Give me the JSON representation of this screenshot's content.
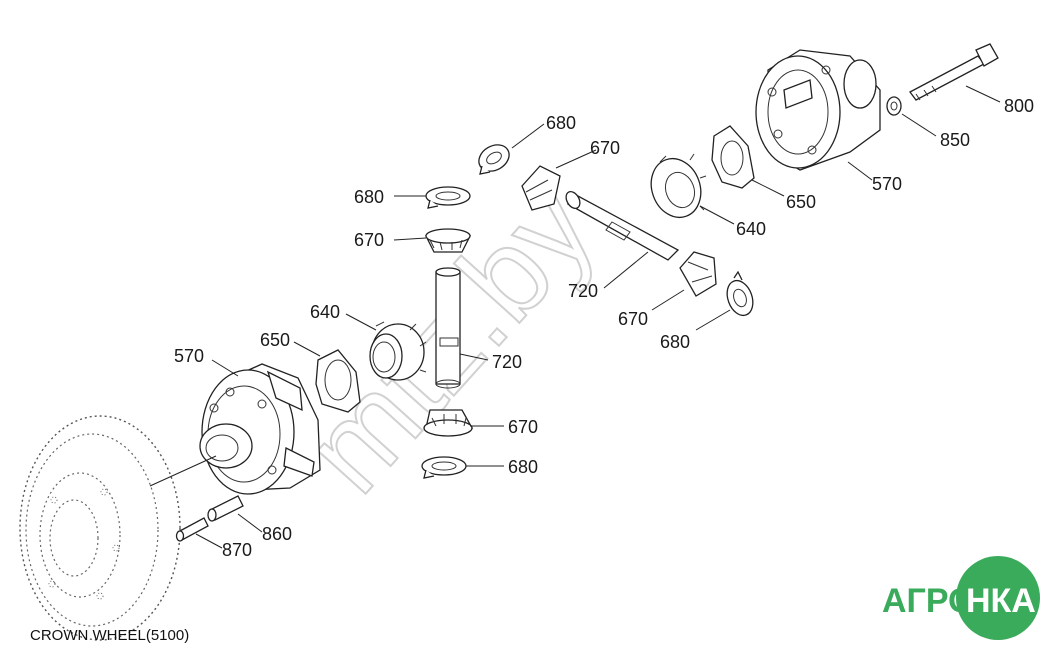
{
  "caption": "CROWN WHEEL(5100)",
  "watermark": "mtz.by",
  "logo": {
    "text_left": "АГРО",
    "text_right": "НКА",
    "green": "#3aaa5b"
  },
  "callouts": {
    "c800": "800",
    "c850": "850",
    "c570_top": "570",
    "c650_top": "650",
    "c640_top": "640",
    "c670_top_a": "670",
    "c680_top_a": "680",
    "c680_top_b": "680",
    "c670_top_b": "670",
    "c720_top": "720",
    "c670_top_c": "670",
    "c680_top_c": "680",
    "c640_bottom": "640",
    "c570_bottom": "570",
    "c650_bottom": "650",
    "c720_bottom": "720",
    "c670_bottom": "670",
    "c680_bottom": "680",
    "c860": "860",
    "c870": "870"
  }
}
